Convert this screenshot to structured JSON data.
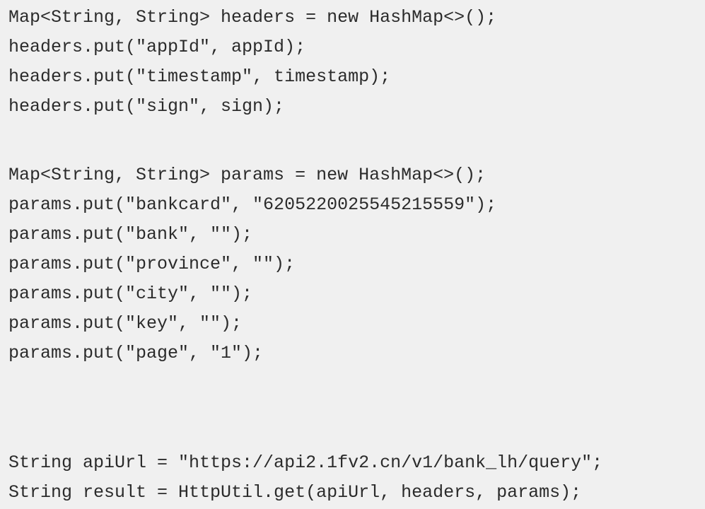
{
  "code_block": {
    "group1": [
      "Map<String, String> headers = new HashMap<>();",
      "headers.put(\"appId\", appId);",
      "headers.put(\"timestamp\", timestamp);",
      "headers.put(\"sign\", sign);"
    ],
    "group2": [
      "Map<String, String> params = new HashMap<>();",
      "params.put(\"bankcard\", \"6205220025545215559\");",
      "params.put(\"bank\", \"\");",
      "params.put(\"province\", \"\");",
      "params.put(\"city\", \"\");",
      "params.put(\"key\", \"\");",
      "params.put(\"page\", \"1\");"
    ],
    "group3": [
      "String apiUrl = \"https://api2.1fv2.cn/v1/bank_lh/query\";",
      "String result = HttpUtil.get(apiUrl, headers, params);"
    ]
  }
}
